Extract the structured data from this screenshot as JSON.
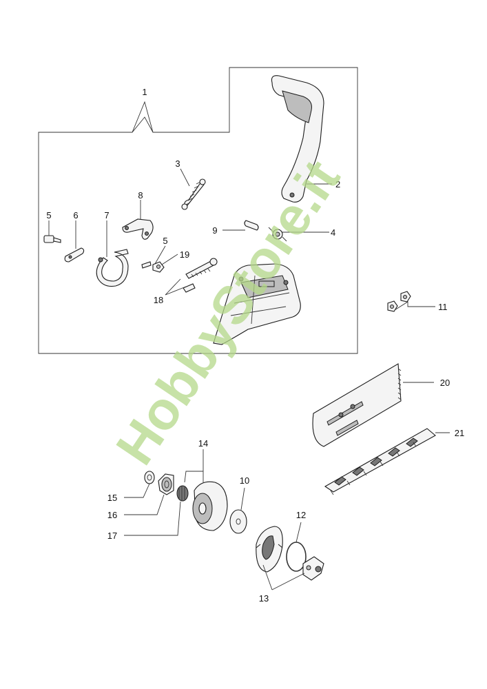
{
  "callouts": {
    "c1": "1",
    "c2": "2",
    "c3": "3",
    "c4": "4",
    "c5a": "5",
    "c5b": "5",
    "c6": "6",
    "c7": "7",
    "c8": "8",
    "c9": "9",
    "c10": "10",
    "c11": "11",
    "c12": "12",
    "c13": "13",
    "c14": "14",
    "c15": "15",
    "c16": "16",
    "c17": "17",
    "c18": "18",
    "c19": "19",
    "c20": "20",
    "c21": "21"
  },
  "watermark": {
    "text": "HobbyStore.it",
    "color": "#b5d98a"
  }
}
